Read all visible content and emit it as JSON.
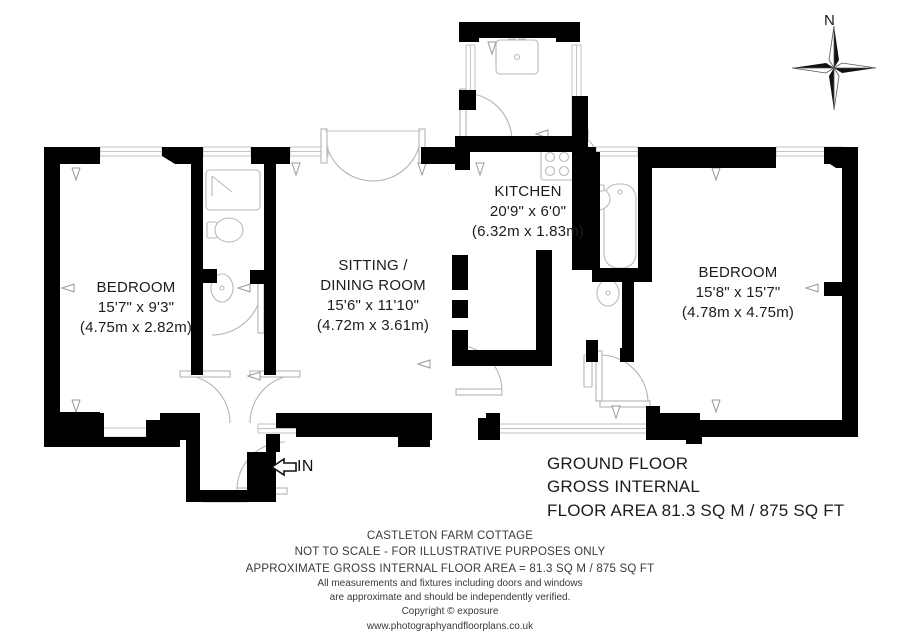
{
  "document": {
    "type": "floor-plan",
    "title": "CASTLETON FARM COTTAGE",
    "floor_summary": {
      "line1": "GROUND FLOOR",
      "line2": "GROSS INTERNAL",
      "line3": "FLOOR AREA 81.3 SQ M / 875 SQ FT"
    },
    "disclaimer": {
      "title": "CASTLETON FARM COTTAGE",
      "scale_note": "NOT TO SCALE - FOR ILLUSTRATIVE PURPOSES ONLY",
      "area_note": "APPROXIMATE GROSS INTERNAL FLOOR AREA = 81.3 SQ M / 875 SQ FT",
      "measurements_note_line1": "All measurements and fixtures including doors and windows",
      "measurements_note_line2": "are approximate and should be independently verified.",
      "copyright": "Copyright © exposure",
      "url": "www.photographyandfloorplans.co.uk"
    },
    "compass": {
      "north_label": "N",
      "icon": "compass-rose-icon"
    },
    "entrance_marker": {
      "label": "IN",
      "icon": "arrow-left-icon"
    },
    "colors": {
      "wall": "#000000",
      "background": "#ffffff",
      "fixture_outline": "#b9b9b9",
      "text": "#1c1c1c"
    },
    "rooms": [
      {
        "id": "bedroom-left",
        "name": "BEDROOM",
        "dimensions_imperial": "15'7\" x 9'3\"",
        "dimensions_metric": "(4.75m x 2.82m)"
      },
      {
        "id": "sitting-dining-room",
        "name_line1": "SITTING /",
        "name_line2": "DINING ROOM",
        "dimensions_imperial": "15'6\" x 11'10\"",
        "dimensions_metric": "(4.72m x 3.61m)"
      },
      {
        "id": "kitchen",
        "name": "KITCHEN",
        "dimensions_imperial": "20'9\" x 6'0\"",
        "dimensions_metric": "(6.32m x 1.83m)"
      },
      {
        "id": "bedroom-right",
        "name": "BEDROOM",
        "dimensions_imperial": "15'8\" x 15'7\"",
        "dimensions_metric": "(4.78m x 4.75m)"
      }
    ],
    "fixtures": [
      {
        "name": "shower-tray",
        "room": "bathroom-left"
      },
      {
        "name": "toilet",
        "room": "bathroom-left"
      },
      {
        "name": "wash-basin",
        "room": "bathroom-left"
      },
      {
        "name": "kitchen-sink",
        "room": "kitchen"
      },
      {
        "name": "hob",
        "room": "kitchen"
      },
      {
        "name": "bath-tub",
        "room": "bathroom-right"
      },
      {
        "name": "toilet",
        "room": "bathroom-right"
      },
      {
        "name": "wash-basin",
        "room": "bathroom-right"
      }
    ]
  }
}
